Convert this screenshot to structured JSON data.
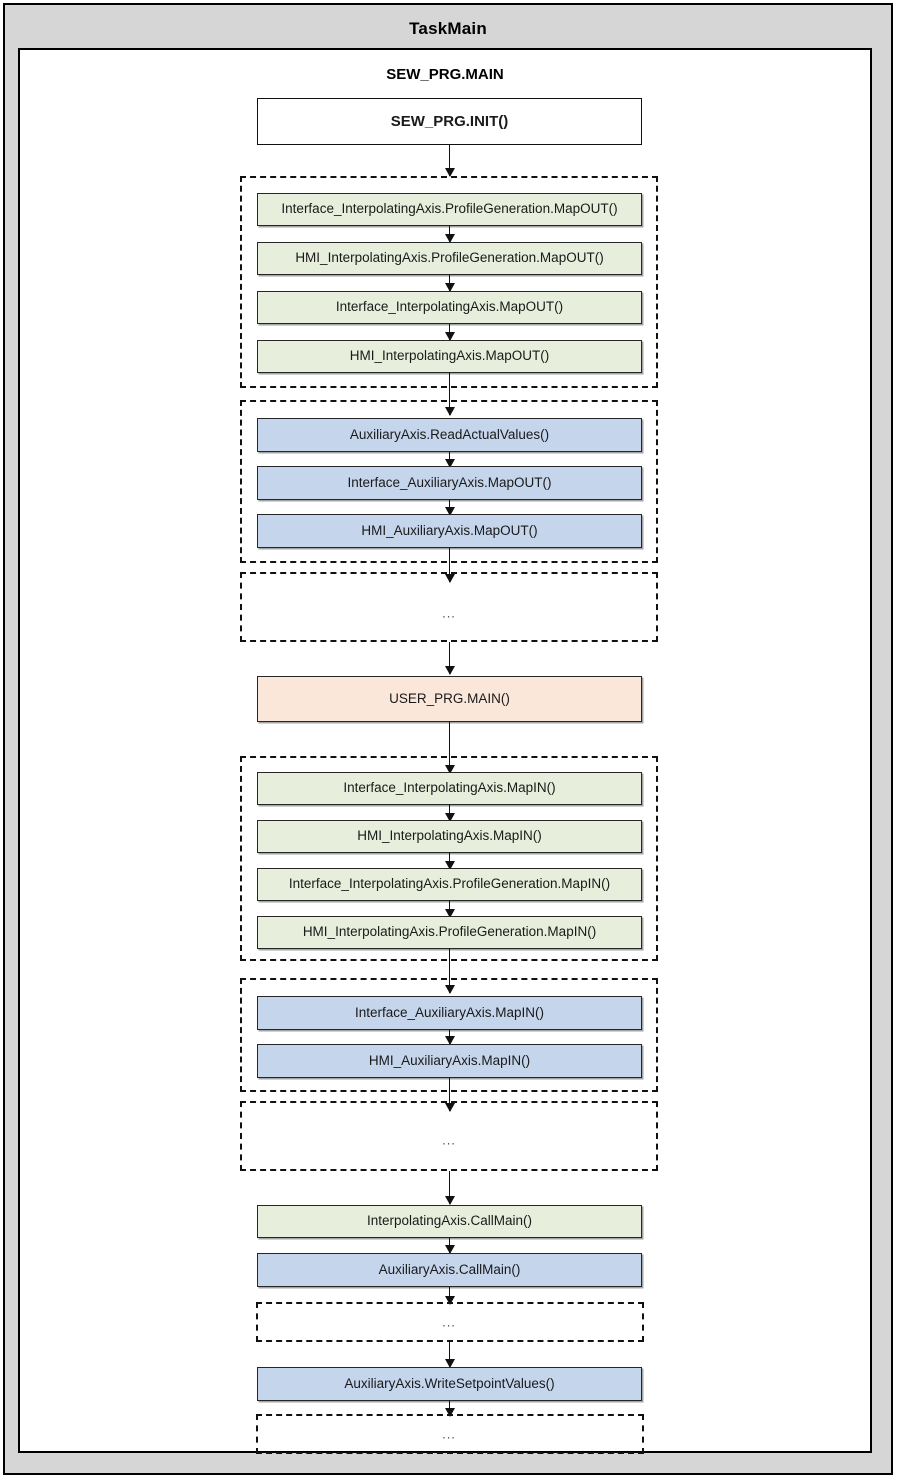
{
  "frame": {
    "task_title": "TaskMain",
    "program_title": "SEW_PRG.MAIN"
  },
  "colors": {
    "frame_background": "#d6d6d6",
    "panel_background": "#ffffff",
    "green_fill": "#e8eedc",
    "blue_fill": "#c4d5ec",
    "orange_fill": "#fbe6da",
    "border": "#262626",
    "dashed_border": "#111111"
  },
  "ellipsis_label": "...",
  "nodes": {
    "init": "SEW_PRG.INIT()",
    "user_prg_main": "USER_PRG.MAIN()",
    "interpolating_axis_callmain": "InterpolatingAxis.CallMain()",
    "auxiliary_axis_callmain": "AuxiliaryAxis.CallMain()",
    "auxiliary_axis_write_setpoint": "AuxiliaryAxis.WriteSetpointValues()"
  },
  "groups": [
    {
      "id": "interpolating-out-group",
      "kind": "interpolating-axis-output",
      "items": [
        "Interface_InterpolatingAxis.ProfileGeneration.MapOUT()",
        "HMI_InterpolatingAxis.ProfileGeneration.MapOUT()",
        "Interface_InterpolatingAxis.MapOUT()",
        "HMI_InterpolatingAxis.MapOUT()"
      ]
    },
    {
      "id": "auxiliary-out-group",
      "kind": "auxiliary-axis-output",
      "items": [
        "AuxiliaryAxis.ReadActualValues()",
        "Interface_AuxiliaryAxis.MapOUT()",
        "HMI_AuxiliaryAxis.MapOUT()"
      ]
    },
    {
      "id": "more-out-group",
      "kind": "placeholder",
      "items": []
    },
    {
      "id": "interpolating-in-group",
      "kind": "interpolating-axis-input",
      "items": [
        "Interface_InterpolatingAxis.MapIN()",
        "HMI_InterpolatingAxis.MapIN()",
        "Interface_InterpolatingAxis.ProfileGeneration.MapIN()",
        "HMI_InterpolatingAxis.ProfileGeneration.MapIN()"
      ]
    },
    {
      "id": "auxiliary-in-group",
      "kind": "auxiliary-axis-input",
      "items": [
        "Interface_AuxiliaryAxis.MapIN()",
        "HMI_AuxiliaryAxis.MapIN()"
      ]
    },
    {
      "id": "more-in-group",
      "kind": "placeholder",
      "items": []
    },
    {
      "id": "more-after-callmain-group",
      "kind": "placeholder",
      "items": []
    },
    {
      "id": "more-after-setpoint-group",
      "kind": "placeholder",
      "items": []
    }
  ]
}
